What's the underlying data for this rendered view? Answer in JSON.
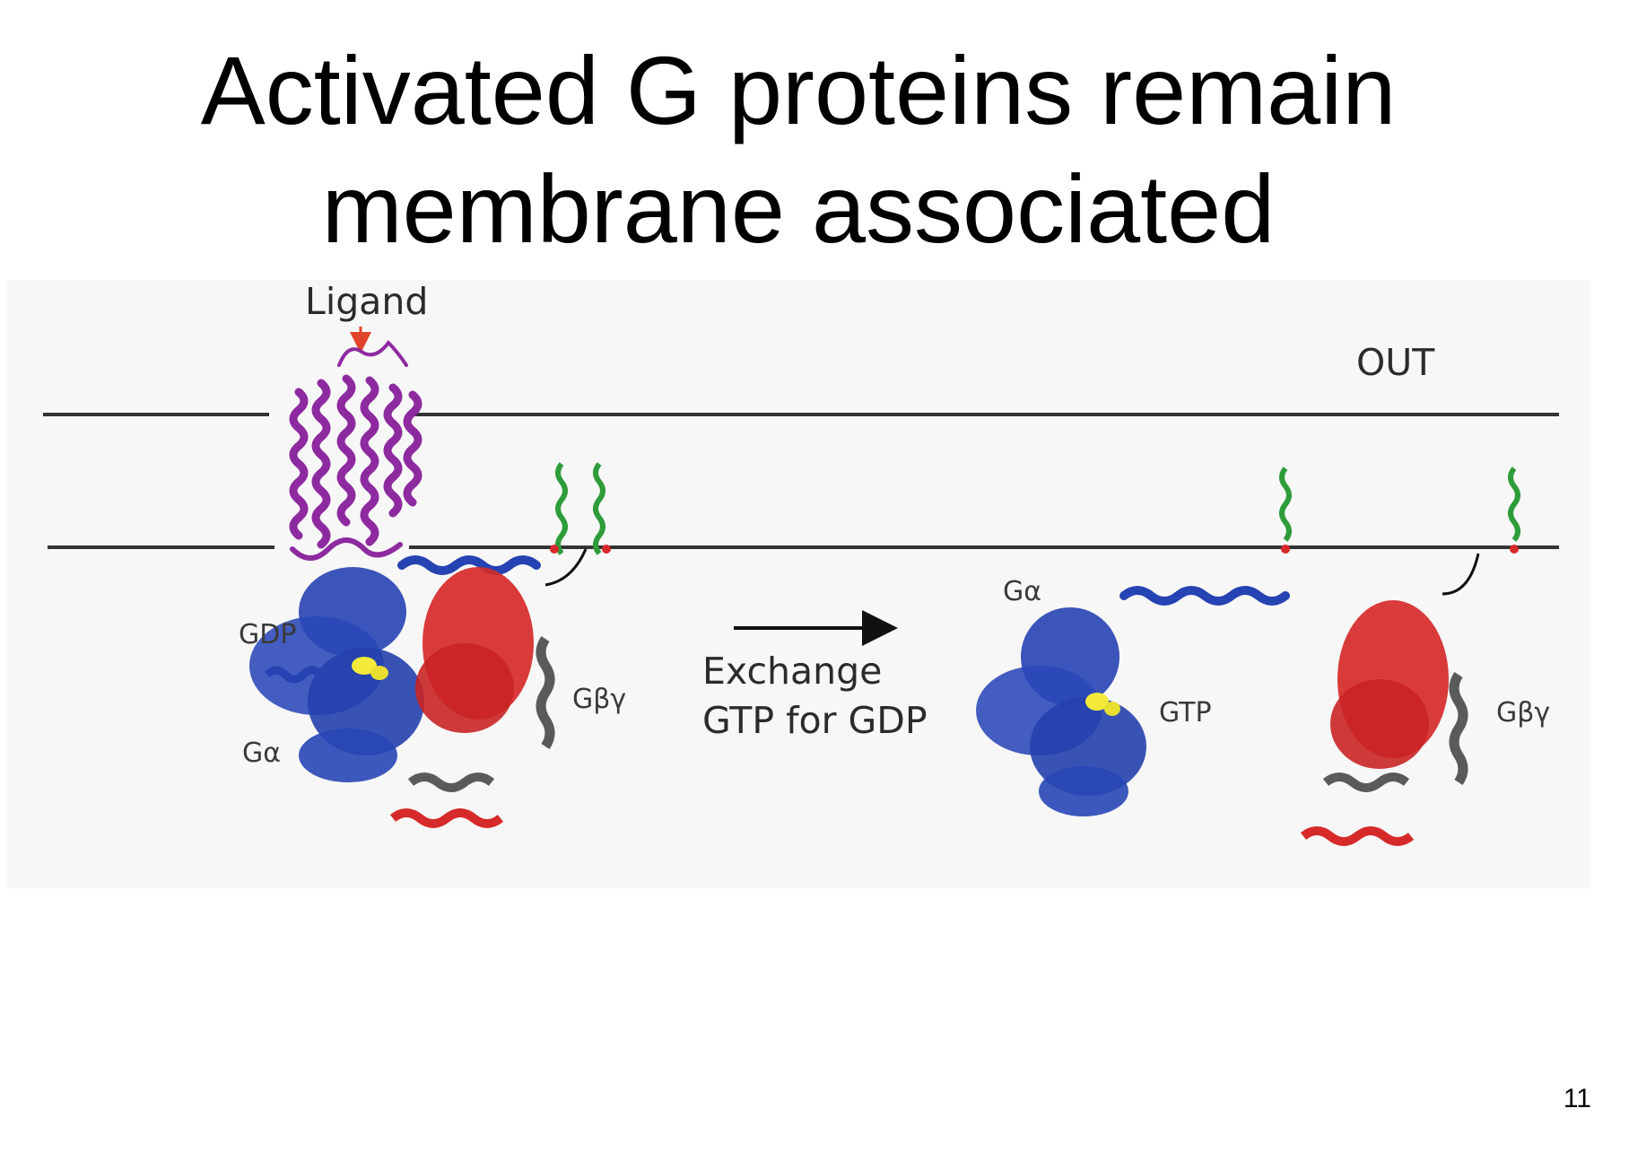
{
  "slide": {
    "title_line1": "Activated G proteins remain",
    "title_line2": "membrane associated",
    "page_number": "11"
  },
  "figure": {
    "labels": {
      "ligand": "Ligand",
      "out": "OUT",
      "gdp": "GDP",
      "galpha_left": "Gα",
      "gbetagamma_left": "Gβγ",
      "exchange_line1": "Exchange",
      "exchange_line2": "GTP for GDP",
      "galpha_right": "Gα",
      "gtp": "GTP",
      "gbetagamma_right": "Gβγ"
    },
    "colors": {
      "receptor": "#8e2aa0",
      "galpha": "#2643b3",
      "gbeta": "#d62a2a",
      "ggamma": "#5a5a5a",
      "lipid_anchor": "#2f9c3a",
      "ligand_arrow": "#e0452b",
      "membrane": "#333333",
      "background": "#f7f7f7"
    }
  }
}
